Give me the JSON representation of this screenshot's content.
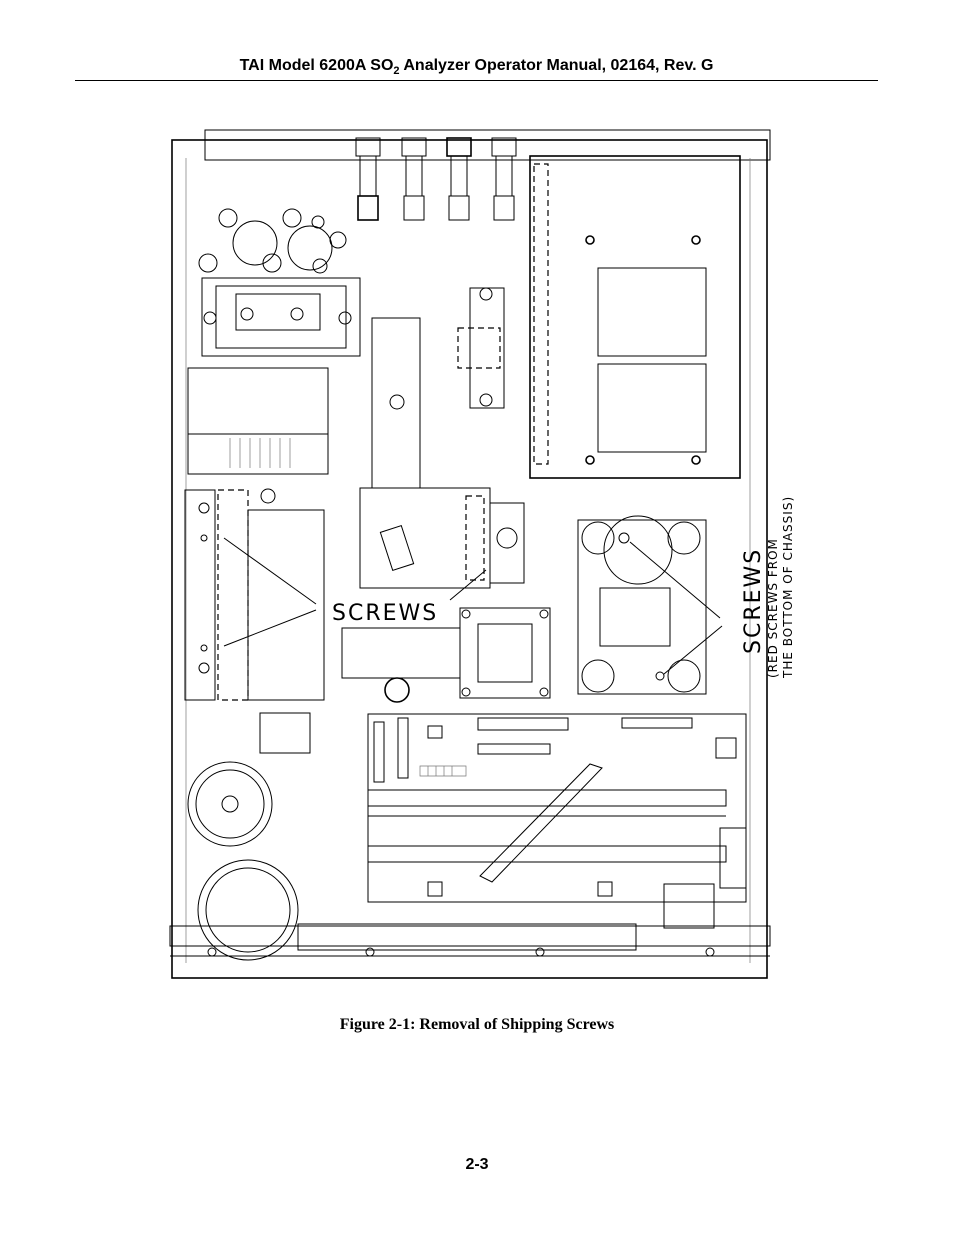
{
  "header": {
    "title_part1": "TAI Model 6200A SO",
    "title_sub": "2",
    "title_part2": " Analyzer Operator Manual, 02164, Rev. G"
  },
  "figure": {
    "label_screws_left": "SCREWS",
    "label_screws_right": "SCREWS",
    "note_line1": "(RED SCREWS FROM",
    "note_line2": "THE BOTTOM OF CHASSIS)"
  },
  "caption": "Figure 2-1:  Removal of Shipping Screws",
  "page_number": "2-3"
}
